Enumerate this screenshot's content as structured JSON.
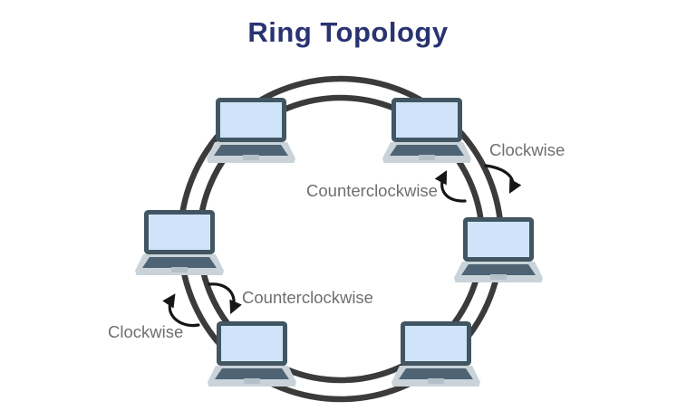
{
  "title": "Ring Topology",
  "labels": {
    "clockwise_top": "Clockwise",
    "counterclockwise_top": "Counterclockwise",
    "counterclockwise_bottom": "Counterclockwise",
    "clockwise_bottom": "Clockwise"
  },
  "colors": {
    "background": "#ffffff",
    "title": "#293371",
    "label": "#6f6f6f",
    "ring": "#3b3b3b",
    "arrow": "#161616",
    "laptop_screen": "#cfe4f8",
    "laptop_screen_border": "#415662",
    "laptop_base": "#c9d3d9",
    "laptop_keyboard": "#4e6474",
    "laptop_notch": "#b4c0c8"
  },
  "ring": {
    "node_count": 6,
    "node_icon": "laptop-icon",
    "direction_labels": [
      "Clockwise",
      "Counterclockwise"
    ],
    "nodes": [
      {
        "id": "top-left"
      },
      {
        "id": "top-right"
      },
      {
        "id": "right"
      },
      {
        "id": "bottom-right"
      },
      {
        "id": "bottom-left"
      },
      {
        "id": "left"
      }
    ]
  }
}
